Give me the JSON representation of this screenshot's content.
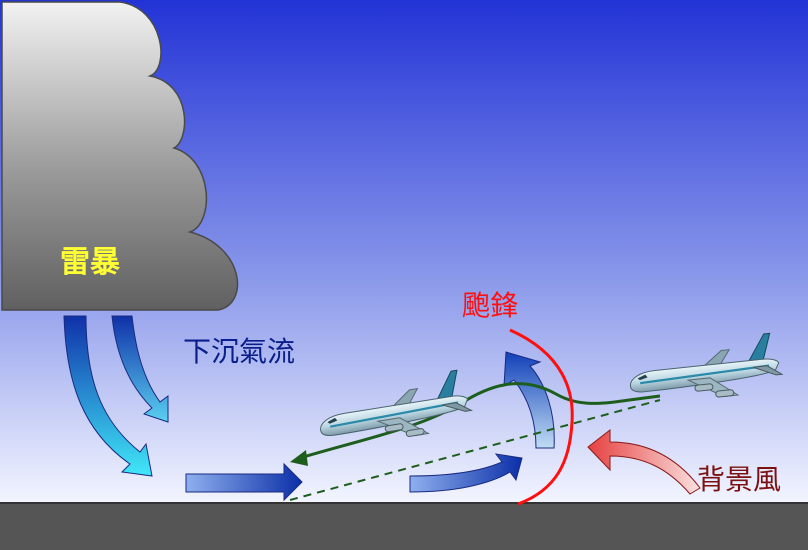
{
  "labels": {
    "thunderstorm": "雷暴",
    "downdraft": "下沉氣流",
    "gust_front": "颮鋒",
    "background_wind": "背景風"
  },
  "colors": {
    "sky_top": "#2233d6",
    "sky_bottom": "#f4f6ff",
    "cloud": "#9a9a9a",
    "ground": "#555555",
    "gust_front_line": "#ff1010",
    "flight_path": "#1d5e1d",
    "downdraft_text": "#0a1f8a",
    "storm_text": "#ffff33",
    "background_wind_text": "#7a1010"
  }
}
